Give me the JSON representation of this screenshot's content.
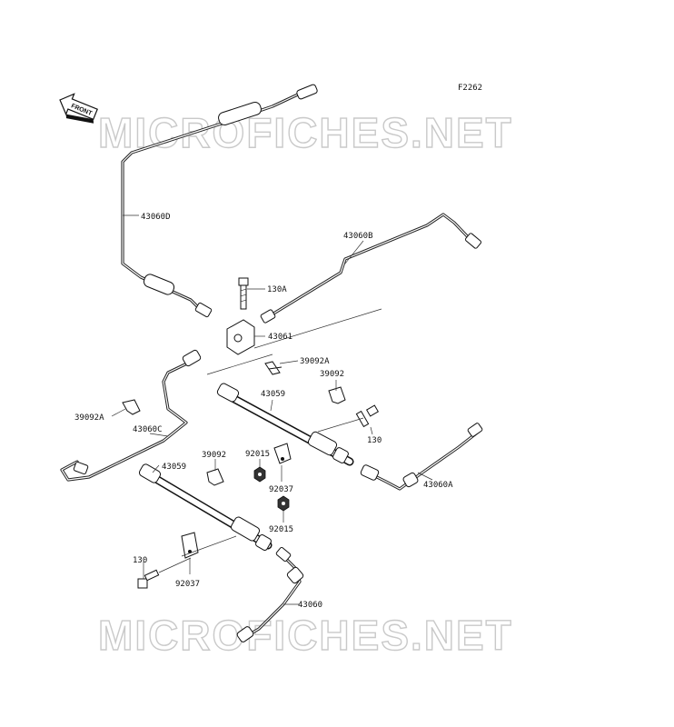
{
  "figure_code": "F2262",
  "front_label": "FRONT",
  "watermark": "MICROFICHES.NET",
  "parts": {
    "p43060D": "43060D",
    "p43060B": "43060B",
    "p130A": "130A",
    "p43061": "43061",
    "p39092A_r": "39092A",
    "p39092_r": "39092",
    "p43059_r": "43059",
    "p39092A_l": "39092A",
    "p43060C": "43060C",
    "p130_r": "130",
    "p92015_a": "92015",
    "p92037_a": "92037",
    "p39092_l": "39092",
    "p43059_l": "43059",
    "p43060A": "43060A",
    "p92015_b": "92015",
    "p130_l": "130",
    "p92037_b": "92037",
    "p43060": "43060"
  }
}
